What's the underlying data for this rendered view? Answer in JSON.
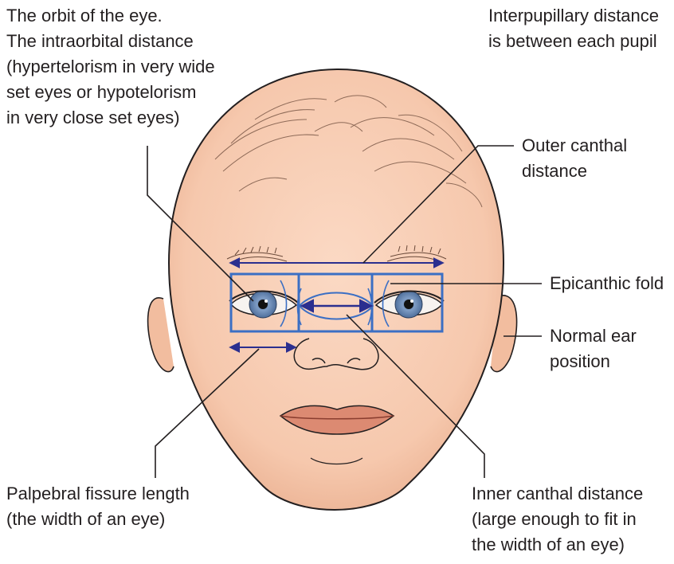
{
  "labels": {
    "orbit": [
      "The orbit of the eye.",
      "The intraorbital distance",
      "(hypertelorism in very wide",
      "set eyes or hypotelorism",
      "in very close set eyes)"
    ],
    "interpupillary": [
      "Interpupillary distance",
      "is between each pupil"
    ],
    "outer_canthal": [
      "Outer canthal",
      "distance"
    ],
    "epicanthic": [
      "Epicanthic fold"
    ],
    "ear": [
      "Normal ear",
      "position"
    ],
    "palpebral": [
      "Palpebral fissure length",
      "(the width of an eye)"
    ],
    "inner_canthal": [
      "Inner canthal distance",
      "(large enough to fit in",
      "the width of an eye)"
    ]
  },
  "colors": {
    "skin": "#f6c8ad",
    "skin_shadow": "#e9a98a",
    "outline": "#231f20",
    "measure_box": "#3b6fc4",
    "arrow": "#2b2f8f",
    "iris": "#6f8fb8",
    "lip": "#d9826a"
  }
}
